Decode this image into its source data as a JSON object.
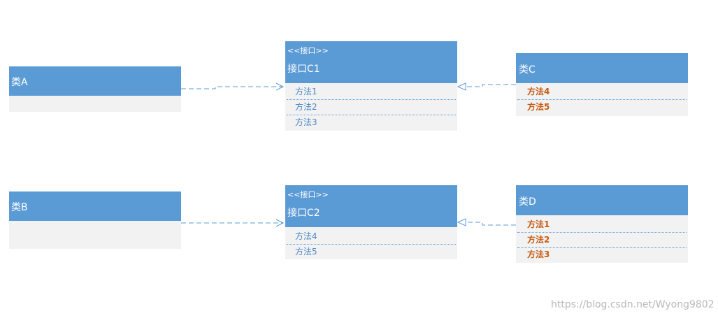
{
  "classA": {
    "title": "类A"
  },
  "classB": {
    "title": "类B"
  },
  "interfaceC1": {
    "stereotype": "<<接口>>",
    "title": "接口C1",
    "methods": [
      "方法1",
      "方法2",
      "方法3"
    ]
  },
  "interfaceC2": {
    "stereotype": "<<接口>>",
    "title": "接口C2",
    "methods": [
      "方法4",
      "方法5"
    ]
  },
  "classC": {
    "title": "类C",
    "methods": [
      "方法4",
      "方法5"
    ]
  },
  "classD": {
    "title": "类D",
    "methods": [
      "方法1",
      "方法2",
      "方法3"
    ]
  },
  "watermark": "https://blog.csdn.net/Wyong9802",
  "colors": {
    "header": "#5b9bd5",
    "body": "#f2f2f2",
    "interface_method": "#4a86c5",
    "impl_method": "#c55a11",
    "arrow": "#5b9bd5"
  }
}
